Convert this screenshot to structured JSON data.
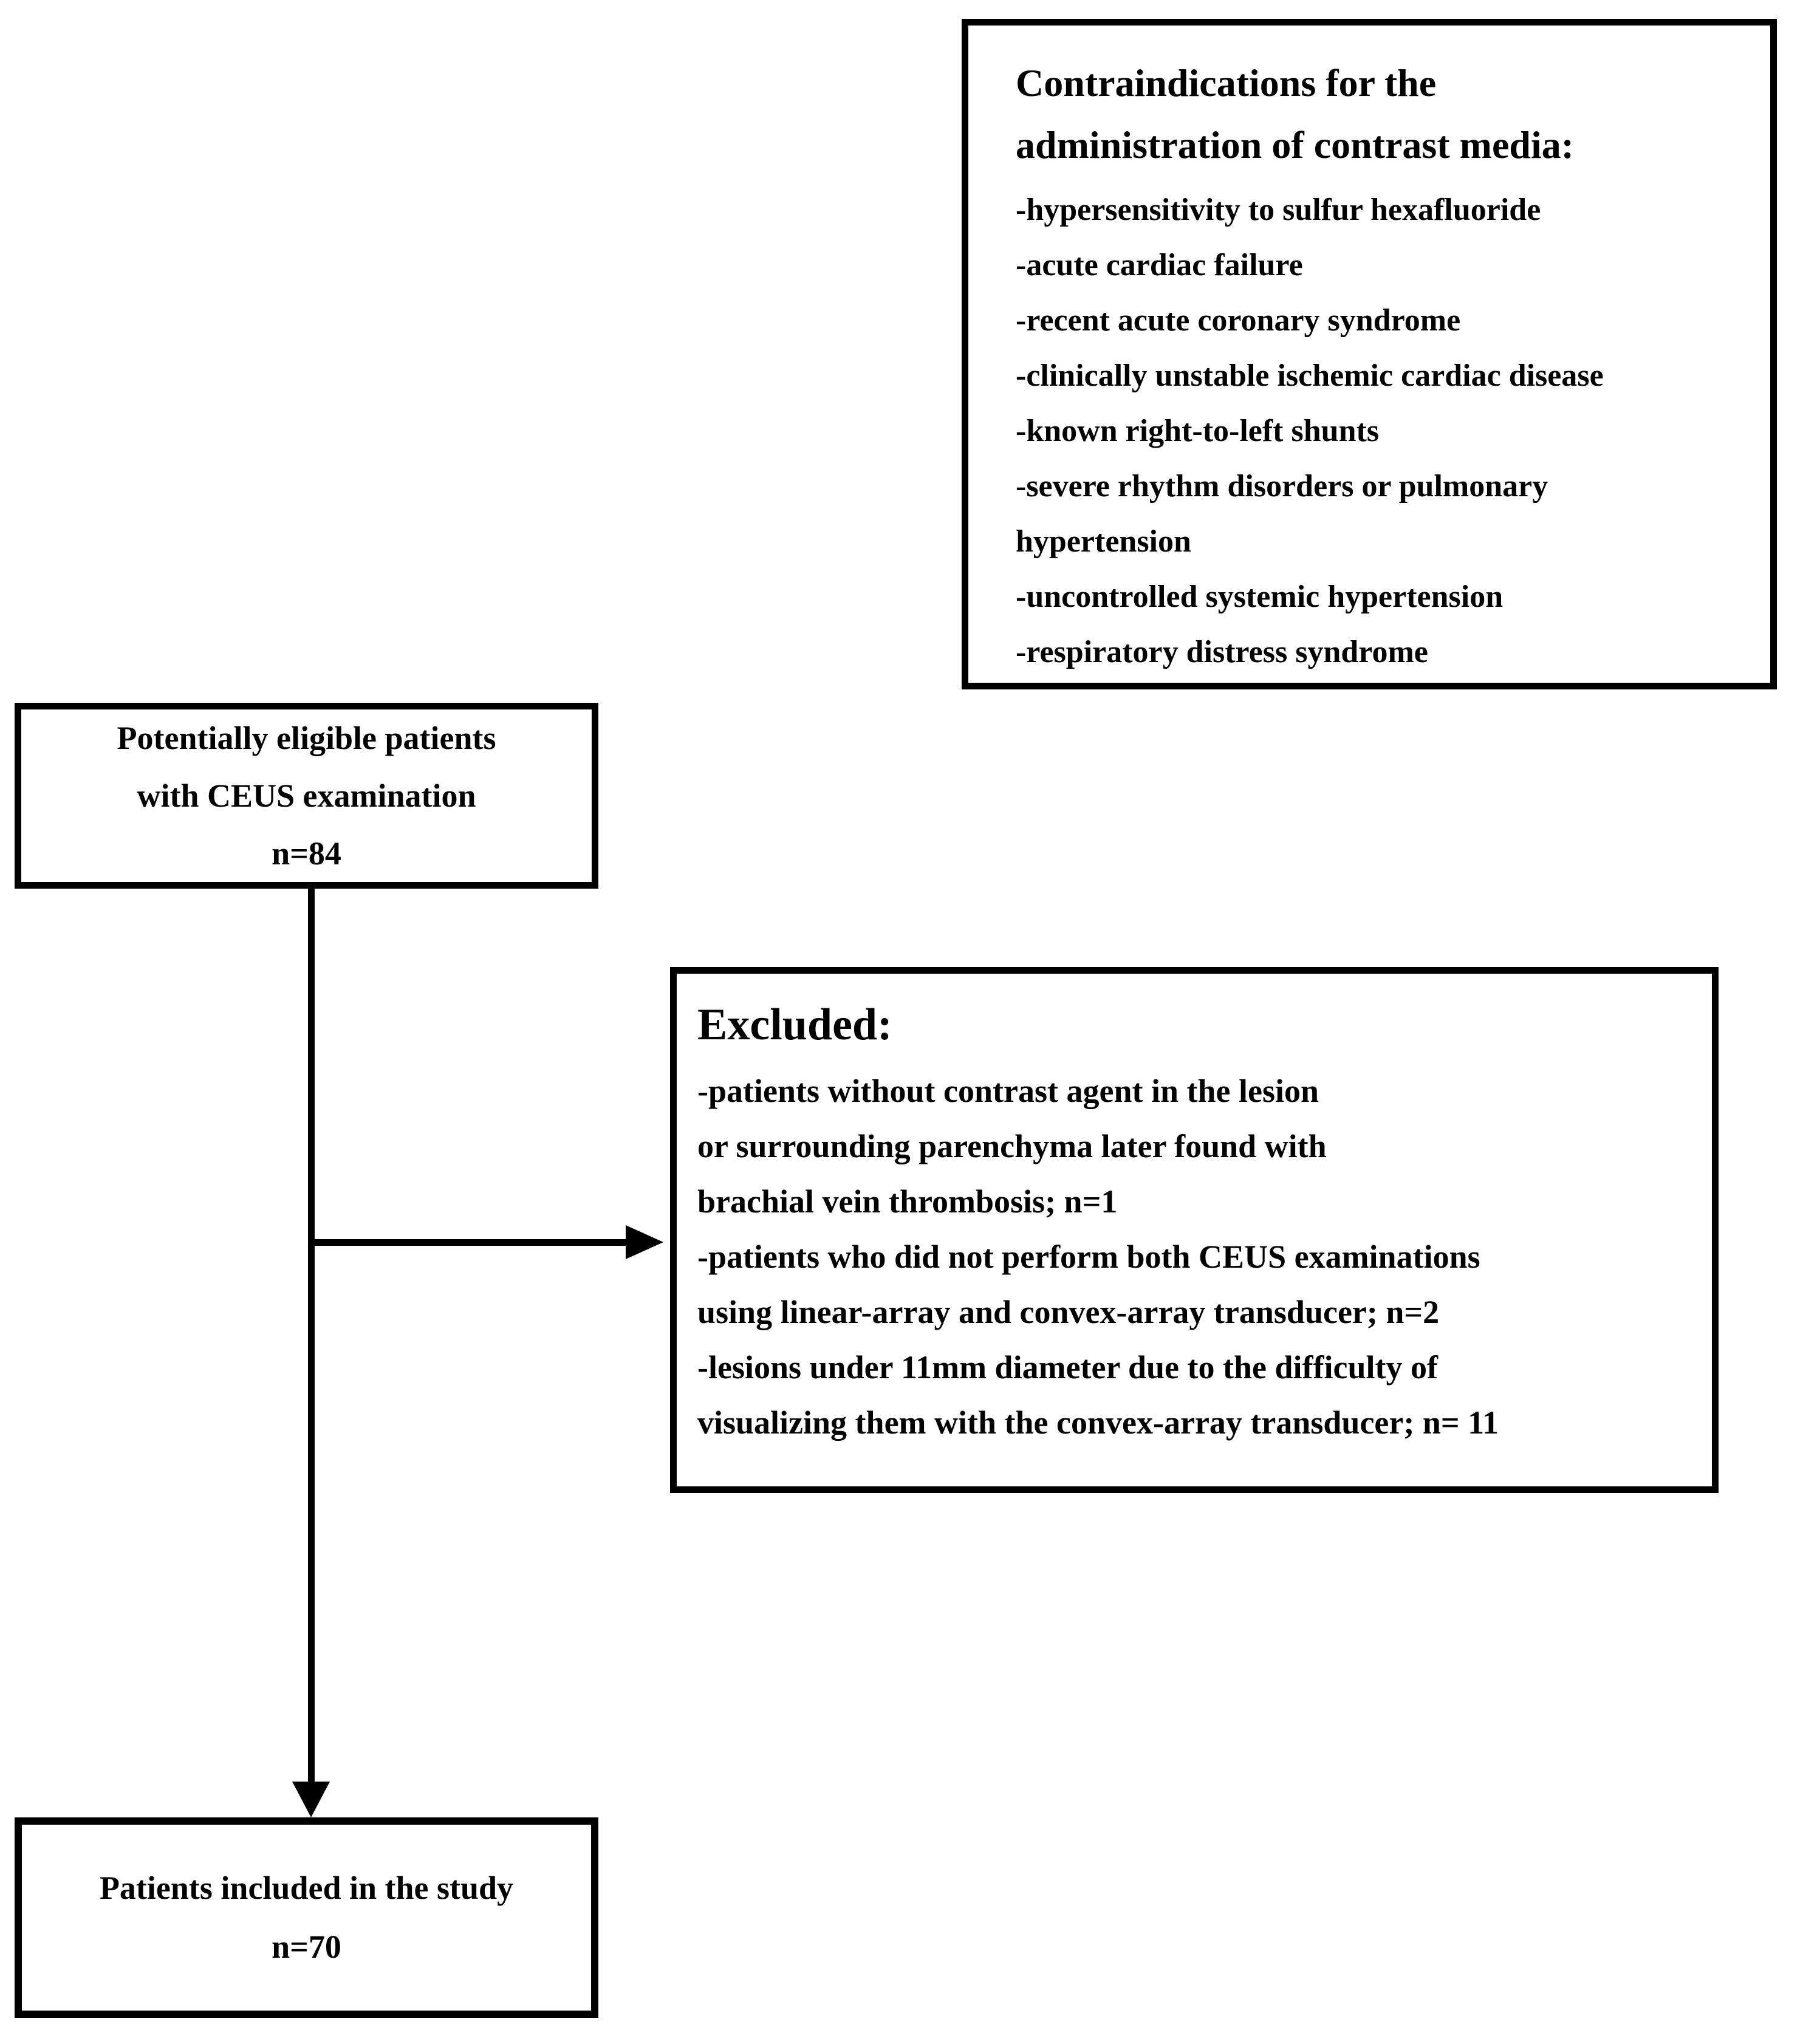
{
  "canvas": {
    "background": "#ffffff",
    "line_color": "#000000"
  },
  "contraindications_box": {
    "title_lines": [
      "Contraindications for the",
      "administration of contrast media:"
    ],
    "item_lines": [
      "-hypersensitivity to sulfur hexafluoride",
      "-acute cardiac failure",
      "-recent acute coronary syndrome",
      "-clinically unstable ischemic cardiac disease",
      "-known right-to-left shunts",
      "-severe rhythm disorders or pulmonary",
      "hypertension",
      "-uncontrolled systemic hypertension",
      "-respiratory distress syndrome"
    ]
  },
  "eligible_box": {
    "lines": [
      "Potentially eligible patients",
      "with CEUS examination",
      "n=84"
    ]
  },
  "excluded_box": {
    "title": "Excluded:",
    "item_lines": [
      "-patients without contrast agent in the lesion",
      "or surrounding parenchyma later found with",
      "brachial vein thrombosis; n=1",
      "-patients who did not perform both CEUS examinations",
      "using linear-array and convex-array transducer; n=2",
      "-lesions under 11mm diameter due to the difficulty of",
      "visualizing them with the convex-array transducer; n= 11"
    ]
  },
  "included_box": {
    "lines": [
      "Patients included in the study",
      "n=70"
    ]
  }
}
